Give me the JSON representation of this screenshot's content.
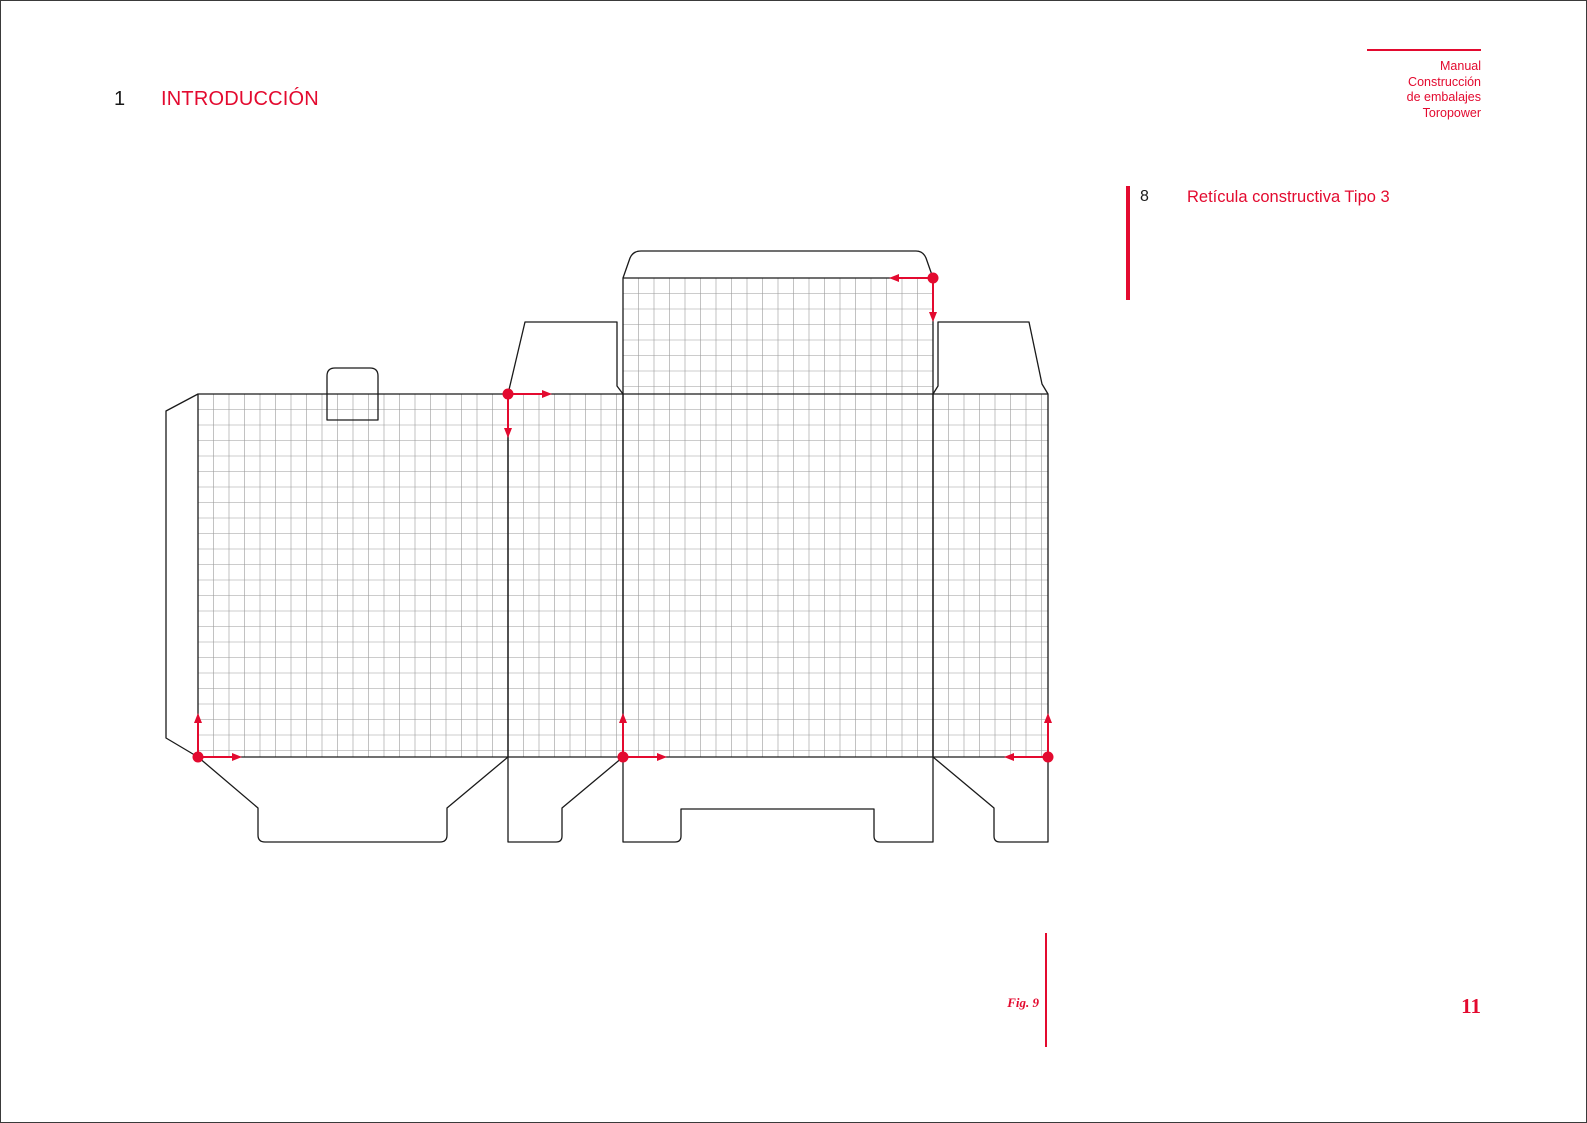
{
  "chapter": {
    "number": "1",
    "title": "INTRODUCCIÓN"
  },
  "header": {
    "lines": [
      "Manual",
      "Construcción",
      "de embalajes",
      "Toropower"
    ]
  },
  "section": {
    "number": "8",
    "title": "Retícula constructiva Tipo 3"
  },
  "figure": {
    "label": "Fig. 9"
  },
  "page_number": "11",
  "colors": {
    "accent": "#e30a2f",
    "outline": "#1a1a1a",
    "grid": "#9a9a9a"
  }
}
